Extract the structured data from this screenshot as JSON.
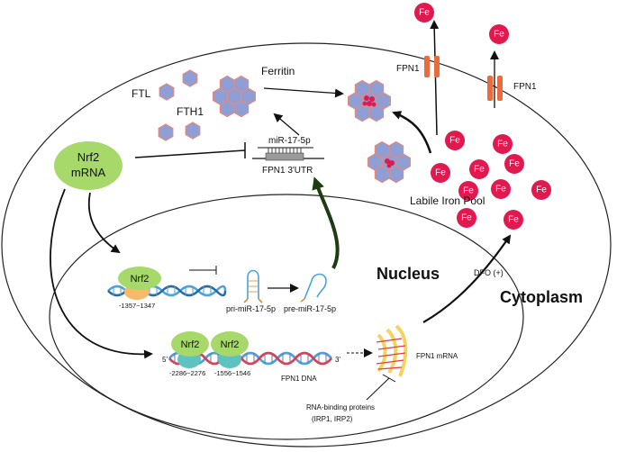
{
  "labels": {
    "ferritin": "Ferritin",
    "ftl": "FTL",
    "fth1": "FTH1",
    "fpn1_top_left": "FPN1",
    "fpn1_top_right": "FPN1",
    "mir_17_5p": "miR-17-5p",
    "fpn1_3utr": "FPN1 3'UTR",
    "nrf2_mrna_line1": "Nrf2",
    "nrf2_mrna_line2": "mRNA",
    "labile_iron_pool": "Labile Iron Pool",
    "dfo": "DFO (+)",
    "nucleus": "Nucleus",
    "cytoplasm": "Cytoplasm",
    "nrf2_a": "Nrf2",
    "pos_1357": "-1357~1347",
    "pri_mir": "pri-miR-17-5p",
    "pre_mir": "pre-miR-17-5p",
    "nrf2_b": "Nrf2",
    "nrf2_c": "Nrf2",
    "five_prime": "5'",
    "three_prime": "3'",
    "pos_2286": "-2286~2276",
    "pos_1556": "-1556~1546",
    "fpn1_dna": "FPN1 DNA",
    "fpn1_mrna": "FPN1 mRNA",
    "rbp_line1": "RNA-binding proteins",
    "rbp_line2": "(IRP1, IRP2)",
    "fe": "Fe"
  },
  "colors": {
    "hexagon_fill": "#8f9fd6",
    "hexagon_stroke": "#e38a7c",
    "fe_circle": "#e01a4f",
    "fpn1_channel": "#ea6b3d",
    "nrf2_bubble": "#a6d96a",
    "nrf2_base": "#f7b96a",
    "nrf2_base_teal": "#5ec3c0",
    "dna_blue": "#4aa3d9",
    "dna_red": "#d94052",
    "mrna_yellow": "#f4d35e",
    "arrow_green_dark": "#1e3b12"
  },
  "icons": [
    "hexagon-cluster-icon",
    "fe-ion-icon",
    "fpn1-channel-icon",
    "dna-helix-icon",
    "hairpin-rna-icon",
    "mrna-strand-icon"
  ]
}
